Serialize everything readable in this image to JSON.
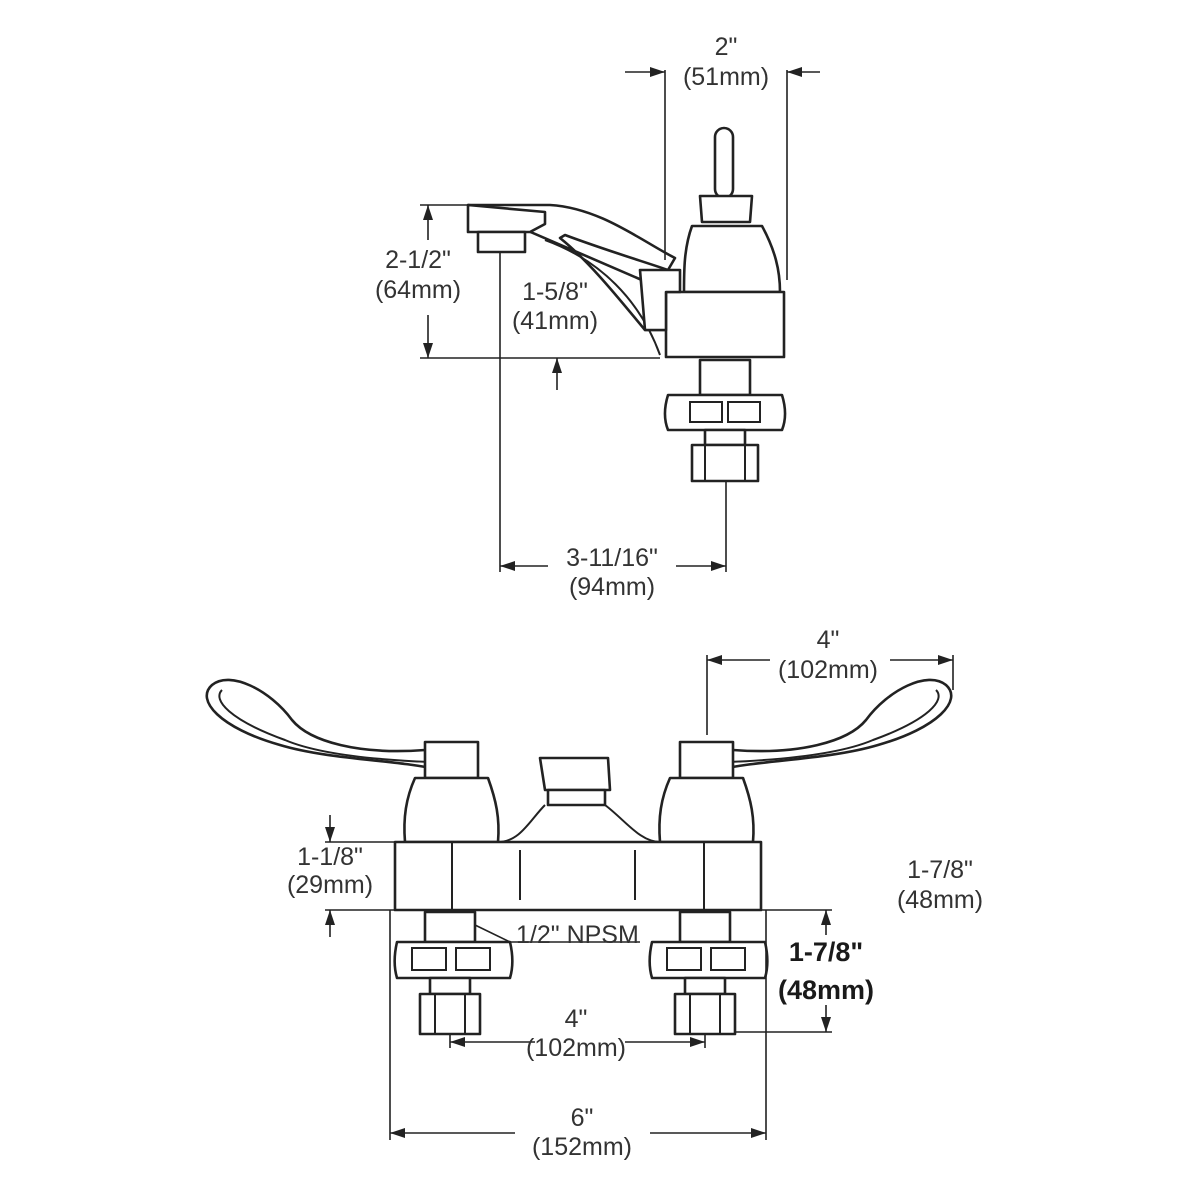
{
  "side_view": {
    "dim_handle_depth": {
      "in": "2\"",
      "mm": "(51mm)"
    },
    "dim_spout_height": {
      "in": "2-1/2\"",
      "mm": "(64mm)"
    },
    "dim_spout_clearance": {
      "in": "1-5/8\"",
      "mm": "(41mm)"
    },
    "dim_spout_reach": {
      "in": "3-11/16\"",
      "mm": "(94mm)"
    }
  },
  "front_view": {
    "dim_handle_spread": {
      "in": "4\"",
      "mm": "(102mm)"
    },
    "dim_base_height": {
      "in": "1-1/8\"",
      "mm": "(29mm)"
    },
    "dim_right_height": {
      "in": "1-7/8\"",
      "mm": "(48mm)"
    },
    "dim_shank_length": {
      "in": "1-7/8\"",
      "mm": "(48mm)"
    },
    "connection_label": "1/2\" NPSM",
    "dim_center_spacing": {
      "in": "4\"",
      "mm": "(102mm)"
    },
    "dim_overall_width": {
      "in": "6\"",
      "mm": "(152mm)"
    }
  }
}
